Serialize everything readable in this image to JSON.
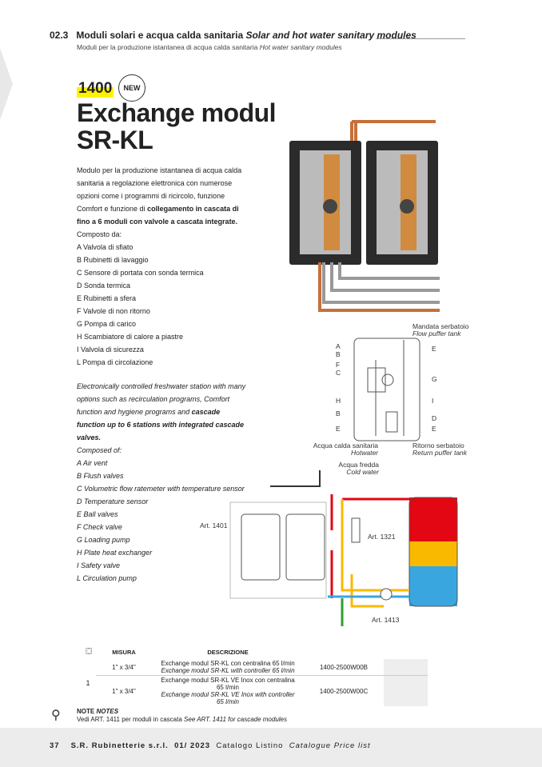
{
  "header": {
    "section": "02.3",
    "title_it": "Moduli solari e acqua calda sanitaria",
    "title_en": "Solar and hot water sanitary modules",
    "subtitle_it": "Moduli per la produzione istantanea di acqua calda sanitaria",
    "subtitle_en": "Hot water sanitary modules"
  },
  "product": {
    "code": "1400",
    "badge": "NEW",
    "title_line1": "Exchange modul",
    "title_line2": "SR-KL"
  },
  "description_it": {
    "intro": "Modulo per la produzione istantanea di acqua calda sanitaria a regolazione elettronica con numerose opzioni come i programmi di ricircolo, funzione Comfort e funzione di",
    "bold": "collegamento in cascata di fino a 6 moduli con valvole a cascata integrate.",
    "composed": "Composto da:",
    "items": [
      "A Valvola di sfiato",
      "B Rubinetti di lavaggio",
      "C Sensore di portata con sonda termica",
      "D Sonda termica",
      "E Rubinetti a sfera",
      "F Valvole di non ritorno",
      "G Pompa di carico",
      "H Scambiatore di calore a piastre",
      "I Valvola di sicurezza",
      "L Pompa di circolazione"
    ]
  },
  "description_en": {
    "intro": "Electronically controlled freshwater station with many options such as recirculation programs, Comfort function and hygiene programs and",
    "bold": "cascade function up to 6 stations with integrated cascade valves.",
    "composed": "Composed of:",
    "items": [
      "A Air vent",
      "B Flush valves",
      "C Volumetric flow ratemeter with temperature sensor",
      "D Temperature sensor",
      "E Ball valves",
      "F Check valve",
      "G Loading pump",
      "H Plate heat exchanger",
      "I Safety valve",
      "L Circulation pump"
    ]
  },
  "diagram": {
    "flow_it": "Mandata serbatoio",
    "flow_en": "Flow puffer tank",
    "return_it": "Ritorno serbatoio",
    "return_en": "Return puffer tank",
    "hot_it": "Acqua calda sanitaria",
    "hot_en": "Hotwater",
    "cold_it": "Acqua fredda",
    "cold_en": "Cold water",
    "left_letters": [
      "A",
      "B",
      "F",
      "C",
      "H",
      "B",
      "E"
    ],
    "right_letters": [
      "E",
      "G",
      "I",
      "D",
      "E"
    ]
  },
  "scheme": {
    "art1": "Art. 1401",
    "art2": "Art. 1321",
    "art3": "Art. 1413",
    "colors": {
      "red": "#e30613",
      "yellow": "#f9b900",
      "blue": "#3aa6e0",
      "green": "#2ca02c"
    }
  },
  "table": {
    "headers": [
      "MISURA",
      "DESCRIZIONE"
    ],
    "group": "1",
    "rows": [
      {
        "size": "1\" x 3/4\"",
        "desc_it": "Exchange modul SR-KL con centralina 65 l/min",
        "desc_en": "Exchange modul SR-KL with controller 65 l/min",
        "code": "1400-2500W00B"
      },
      {
        "size": "1\" x 3/4\"",
        "desc_it": "Exchange modul SR-KL VE Inox con centralina 65 l/min",
        "desc_en": "Exchange modul SR-KL VE Inox with controller 65 l/min",
        "code": "1400-2500W00C"
      }
    ]
  },
  "notes": {
    "title": "NOTE",
    "title_en": "NOTES",
    "text_it": "Vedi  ART. 1411 per moduli in cascata",
    "text_en": "See ART. 1411 for cascade modules"
  },
  "footer": {
    "page": "37",
    "company": "S.R. Rubinetterie s.r.l.",
    "date": "01/ 2023",
    "catalog_it": "Catalogo Listino",
    "catalog_en": "Catalogue Price list"
  }
}
